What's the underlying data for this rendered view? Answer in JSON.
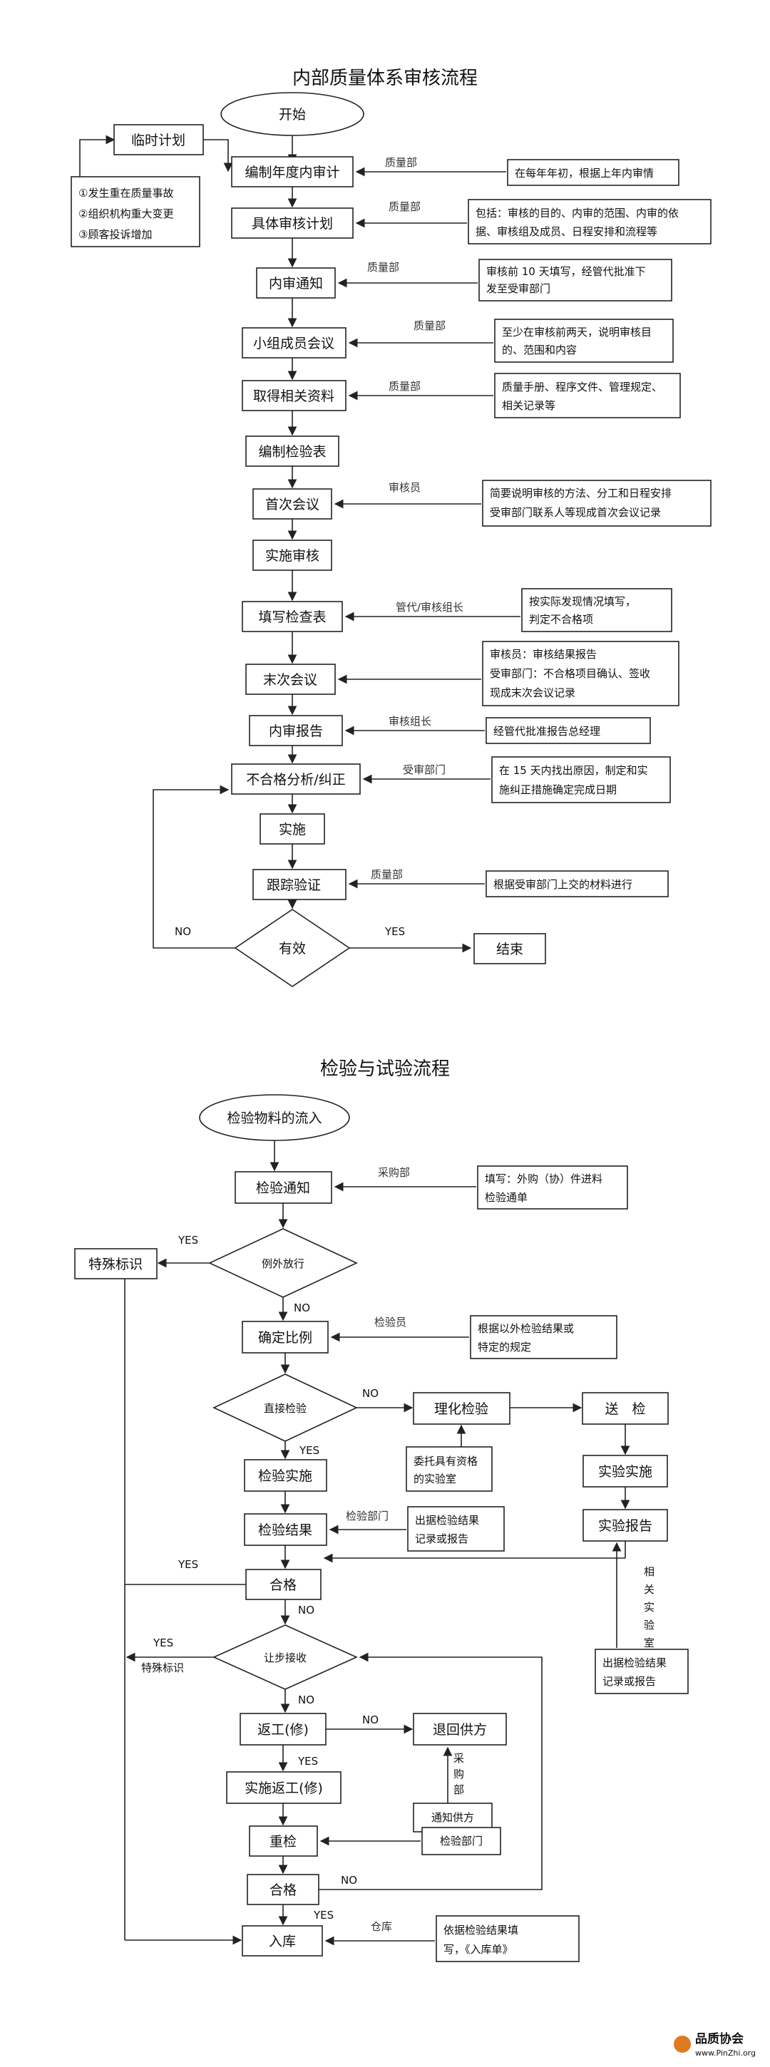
{
  "audit": {
    "title": "内部质量体系审核流程",
    "start": "开始",
    "temp_plan": "临时计划",
    "temp_reasons": [
      "①发生重在质量事故",
      "②组织机构重大变更",
      "③顾客投诉增加"
    ],
    "steps": [
      "编制年度内审计",
      "具体审核计划",
      "内审通知",
      "小组成员会议",
      "取得相关资料",
      "编制检验表",
      "首次会议",
      "实施审核",
      "填写检查表",
      "末次会议",
      "内审报告",
      "不合格分析/纠正",
      "实施",
      "跟踪验证"
    ],
    "decision": "有效",
    "end": "结束",
    "yes": "YES",
    "no": "NO",
    "roles": [
      "质量部",
      "质量部",
      "质量部",
      "质量部",
      "质量部",
      "审核员",
      "管代/审核组长",
      "审核组长",
      "受审部门",
      "质量部"
    ],
    "notes": [
      [
        "在每年年初，根据上年内审情"
      ],
      [
        "包括：审核的目的、内审的范围、内审的依",
        "据、审核组及成员、日程安排和流程等"
      ],
      [
        "审核前 10 天填写，经管代批准下",
        "发至受审部门"
      ],
      [
        "至少在审核前两天，说明审核目",
        "的、范围和内容"
      ],
      [
        "质量手册、程序文件、管理规定、",
        "相关记录等"
      ],
      [
        "简要说明审核的方法、分工和日程安排",
        "受审部门联系人等现成首次会议记录"
      ],
      [
        "按实际发现情况填写，",
        "判定不合格项"
      ],
      [
        "审核员：审核结果报告",
        "受审部门：不合格项目确认、签收",
        "现成末次会议记录"
      ],
      [
        "经管代批准报告总经理"
      ],
      [
        "在 15 天内找出原因，制定和实",
        "施纠正措施确定完成日期"
      ],
      [
        "根据受审部门上交的材料进行"
      ]
    ]
  },
  "inspection": {
    "title": "检验与试验流程",
    "start": "检验物料的流入",
    "notify": "检验通知",
    "purchase_role": "采购部",
    "notify_note": [
      "填写：外购（协）件进料",
      "检验通单"
    ],
    "special_mark": "特殊标识",
    "exception_release": "例外放行",
    "confirm_ratio": "确定比例",
    "inspector_role": "检验员",
    "ratio_note": [
      "根据以外检验结果或",
      "特定的规定"
    ],
    "direct_check": "直接检验",
    "physchem": "理化检验",
    "send_check": "送　检",
    "lab_note": [
      "委托具有资格",
      "的实验室"
    ],
    "do_inspect": "检验实施",
    "do_experiment": "实验实施",
    "inspect_result": "检验结果",
    "dept_role": "检验部门",
    "result_note": [
      "出据检验结果",
      "记录或报告"
    ],
    "lab_report": "实验报告",
    "lab_vertical": [
      "相",
      "关",
      "实",
      "验",
      "室"
    ],
    "lab_note2": [
      "出据检验结果",
      "记录或报告"
    ],
    "qualified": "合格",
    "concession": "让步接收",
    "special_mark2": "特殊标识",
    "rework": "返工(修)",
    "return_supplier": "退回供方",
    "purchase_vertical": [
      "采",
      "购",
      "部"
    ],
    "notify_supplier": "通知供方",
    "do_rework": "实施返工(修)",
    "recheck": "重检",
    "recheck_dept": "检验部门",
    "qualified2": "合格",
    "warehouse_in": "入库",
    "warehouse_role": "仓库",
    "warehouse_note": [
      "依据检验结果填",
      "写，《入库单》"
    ],
    "yes": "YES",
    "no": "NO"
  },
  "watermark": {
    "name": "品质协会",
    "url": "www.PinZhi.org"
  }
}
